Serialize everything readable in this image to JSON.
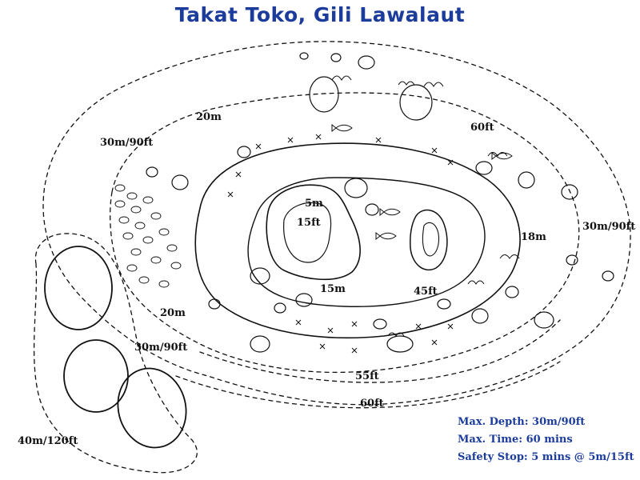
{
  "title": "Takat Toko, Gili Lawalaut",
  "colors": {
    "title": "#1c3c9c",
    "ink": "#111111",
    "info": "#1c3c9c"
  },
  "depth_labels": {
    "d20m_top": "20m",
    "d30m_left": "30m/90ft",
    "d60ft_top": "60ft",
    "d5m": "5m",
    "d15ft": "15ft",
    "d30m_right": "30m/90ft",
    "d18m": "18m",
    "d15m": "15m",
    "d45ft": "45ft",
    "d20m_left": "20m",
    "d30m_bottom": "30m/90ft",
    "d55ft": "55ft",
    "d60ft_bottom": "60ft",
    "d40m": "40m/120ft"
  },
  "dive_info": {
    "max_depth": "Max. Depth: 30m/90ft",
    "max_time": "Max. Time: 60 mins",
    "safety_stop": "Safety Stop: 5 mins @ 5m/15ft"
  },
  "icons": [
    "boulder-icon",
    "coral-icon",
    "fish-icon",
    "seagrass-icon"
  ]
}
